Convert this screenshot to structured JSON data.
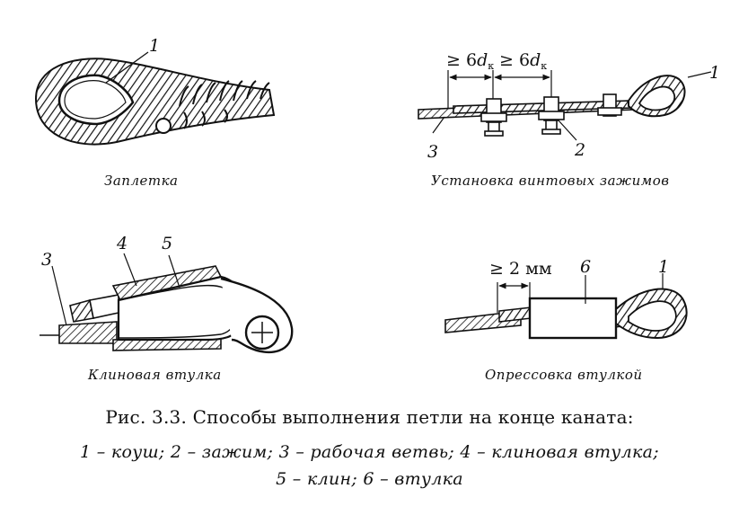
{
  "panels": {
    "splice": {
      "caption": "Заплетка",
      "callout": "1"
    },
    "clamps": {
      "caption": "Установка винтовых зажимов",
      "dim_left": {
        "value": "≥ 6",
        "var": "d",
        "sub": "к"
      },
      "dim_right": {
        "value": "≥ 6",
        "var": "d",
        "sub": "к"
      },
      "callout_thimble": "1",
      "callout_clamp": "2",
      "callout_branch": "3"
    },
    "wedge": {
      "caption": "Клиновая втулка",
      "callout_branch": "3",
      "callout_socket": "4",
      "callout_wedge": "5"
    },
    "pressing": {
      "caption": "Опрессовка втулкой",
      "dim": "≥ 2 мм",
      "callout_sleeve": "6",
      "callout_thimble": "1"
    }
  },
  "figure": {
    "title": "Рис. 3.3. Способы выполнения петли на конце каната:",
    "legend_line1": "1 – коуш; 2 – зажим; 3 – рабочая ветвь; 4 – клиновая втулка;",
    "legend_line2": "5 – клин; 6 – втулка"
  }
}
